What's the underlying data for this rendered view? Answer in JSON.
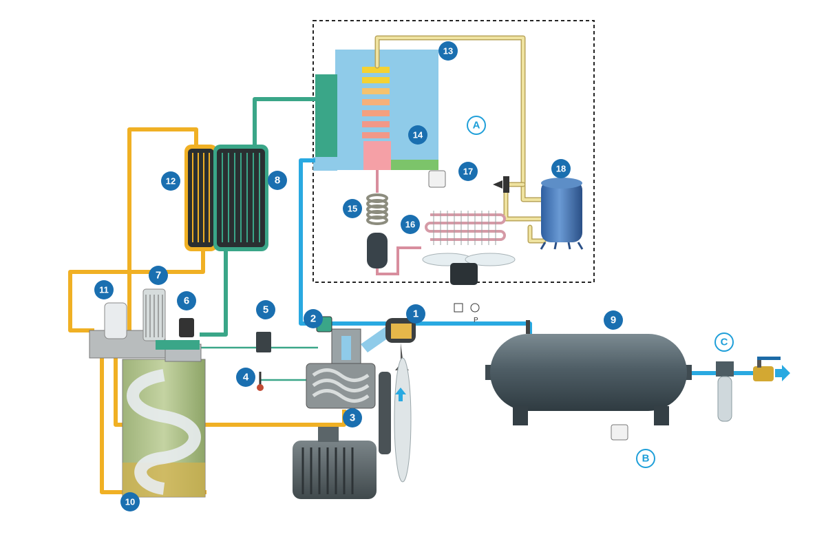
{
  "labels": {
    "n1": "1",
    "n2": "2",
    "n3": "3",
    "n4": "4",
    "n5": "5",
    "n6": "6",
    "n7": "7",
    "n8": "8",
    "n9": "9",
    "n10": "10",
    "n11": "11",
    "n12": "12",
    "n13": "13",
    "n14": "14",
    "n15": "15",
    "n16": "16",
    "n17": "17",
    "n18": "18",
    "A": "A",
    "B": "B",
    "C": "C"
  },
  "gauge_text": "P",
  "colors": {
    "oil": "#f0b024",
    "hot_air": "#3aa688",
    "cold_air": "#29a9e1",
    "refrigerant": "#efe3a0",
    "refrigerant_outline": "#b9a45a",
    "dryer_bg": "#8fcbe9",
    "badge": "#1a6fb0",
    "tank": "#4a5a62",
    "separator": "#a4b878",
    "motor": "#5b6569"
  }
}
